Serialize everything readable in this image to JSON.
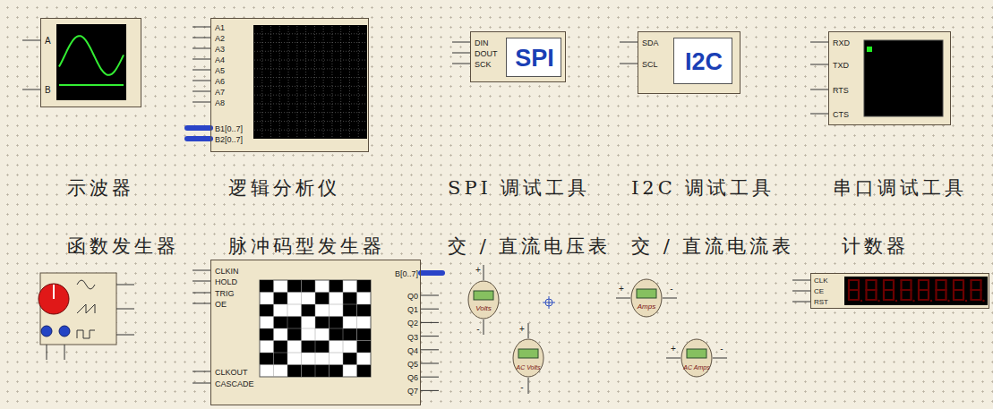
{
  "diagram": {
    "nodes": [
      {
        "text": [
          "A",
          "B"
        ]
      },
      {
        "text": [
          "A1",
          "A2",
          "A3",
          "A4",
          "A5",
          "A6",
          "A7",
          "A8",
          "B1[0..7]",
          "B2[0..7]"
        ]
      },
      {
        "text": [
          "DIN",
          "DOUT",
          "SCK"
        ]
      },
      {
        "text": [
          "SPI"
        ],
        "in": 2
      },
      {
        "text": [
          "SDA",
          "SCL"
        ]
      },
      {
        "text": [
          "I2C"
        ],
        "in": 4
      },
      {
        "text": [
          "RXD",
          "TXD",
          "RTS",
          "CTS"
        ]
      },
      {
        "text": [
          "CLKIN",
          "HOLD",
          "TRIG",
          "OE",
          "CLKOUT",
          "CASCADE",
          "B[0..7]",
          "Q0",
          "Q1",
          "Q2",
          "Q3",
          "Q4",
          "Q5",
          "Q6",
          "Q7"
        ]
      },
      {
        "text": [
          "Volts"
        ]
      },
      {
        "text": [
          "Amps"
        ]
      },
      {
        "text": [
          "CLK",
          "CE",
          "RST"
        ]
      },
      {
        "text": [
          "AC Volts"
        ]
      },
      {
        "text": [
          "AC Amps"
        ]
      }
    ],
    "labels": [
      "示波器",
      "逻辑分析仪",
      "SPI 调试工具",
      "I2C 调试工具",
      "串口调试工具",
      "函数发生器",
      "脉冲码型发生器",
      "交 / 直流电压表",
      "交 / 直流电流表",
      "计数器",
      "+",
      "-",
      "+",
      "-",
      "+",
      "-",
      "+",
      "-"
    ]
  }
}
